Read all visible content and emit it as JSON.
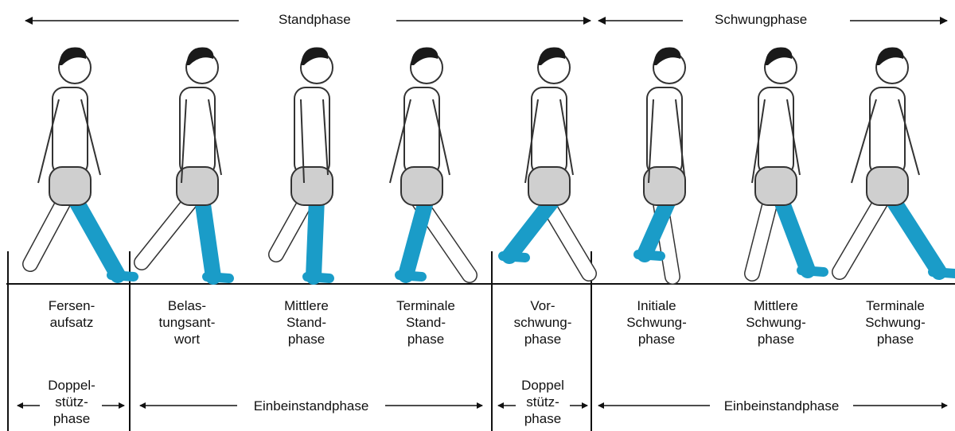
{
  "header": {
    "stance": "Standphase",
    "swing": "Schwungphase"
  },
  "phases": [
    "Fersen-\naufsatz",
    "Belas-\ntungsant-\nwort",
    "Mittlere\nStand-\nphase",
    "Terminale\nStand-\nphase",
    "Vor-\nschwung-\nphase",
    "Initiale\nSchwung-\nphase",
    "Mittlere\nSchwung-\nphase",
    "Terminale\nSchwung-\nphase"
  ],
  "support": {
    "double1": "Doppel-\nstütz-\nphase",
    "single1": "Einbeinstandphase",
    "double2": "Doppel\nstütz-\nphase",
    "single2": "Einbeinstandphase"
  },
  "colors": {
    "leg_highlight": "#1a9cc8",
    "shorts": "#cfcfcf",
    "skin": "#ffffff",
    "hair": "#1a1a1a"
  }
}
